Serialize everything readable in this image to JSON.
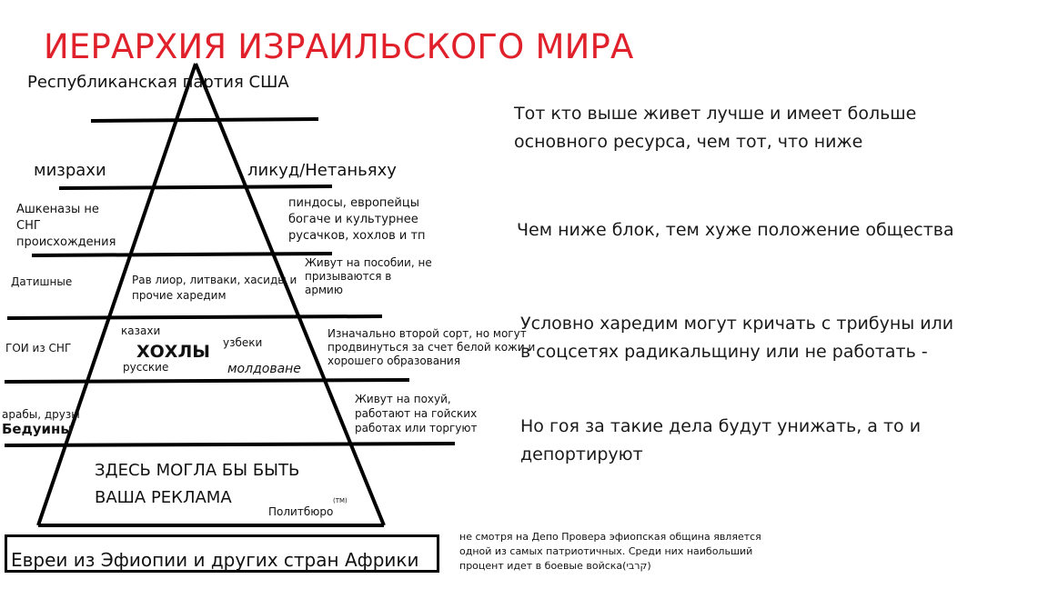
{
  "title": "ИЕРАРХИЯ ИЗРАИЛЬСКОГО МИРА",
  "apex": "Республиканская партия США",
  "tiers": {
    "tier1": {
      "left": "мизрахи",
      "right": "ликуд/Нетаньяху"
    },
    "tier2": {
      "left": "Ашкеназы не\nСНГ\nпроисхождения",
      "right": "пиндосы, европейцы\nбогаче и культурнее\nрусачков, хохлов и тп"
    },
    "tier3": {
      "left": "Датишные",
      "inner": "Рав лиор, литваки, хасиды и\nпрочие харедим",
      "right": "Живут на пособии, не\nпризываются в\nармию"
    },
    "tier4": {
      "left": "ГОИ из СНГ",
      "kazakhi": "казахи",
      "uzbeki": "узбеки",
      "khokhly": "ХОХЛЫ",
      "russkie": "русские",
      "moldovane": "молдоване",
      "right": "Изначально второй сорт, но могут\nпродвинуться за счет белой кожи и\nхорошего образования"
    },
    "tier5": {
      "left_small": "арабы, друзы",
      "left_bold": "Бедуины",
      "right": "Живут на похуй,\nработают на гойских\nработах или торгуют"
    },
    "tier6": {
      "ad": "ЗДЕСЬ МОГЛА БЫ БЫТЬ\nВАША РЕКЛАМА",
      "politburo": "Политбюро",
      "tm": "(TM)"
    }
  },
  "bottom_box": {
    "label": "Евреи из Эфиопии и других стран Африки",
    "note": "не смотря на Депо Провера эфиопская община является\nодной из самых патриотичных. Среди них наибольший\nпроцент идет в боевые войска(קרבי)"
  },
  "notes": [
    "Тот кто выше живет лучше и имеет больше\nосновного ресурса, чем тот, что ниже",
    "Чем ниже блок, тем хуже положение общества",
    "Условно харедим могут кричать с трибуны или\nв соцсетях радикальщину или не работать -",
    "Но гоя за такие дела будут унижать, а то и\nдепортируют"
  ]
}
